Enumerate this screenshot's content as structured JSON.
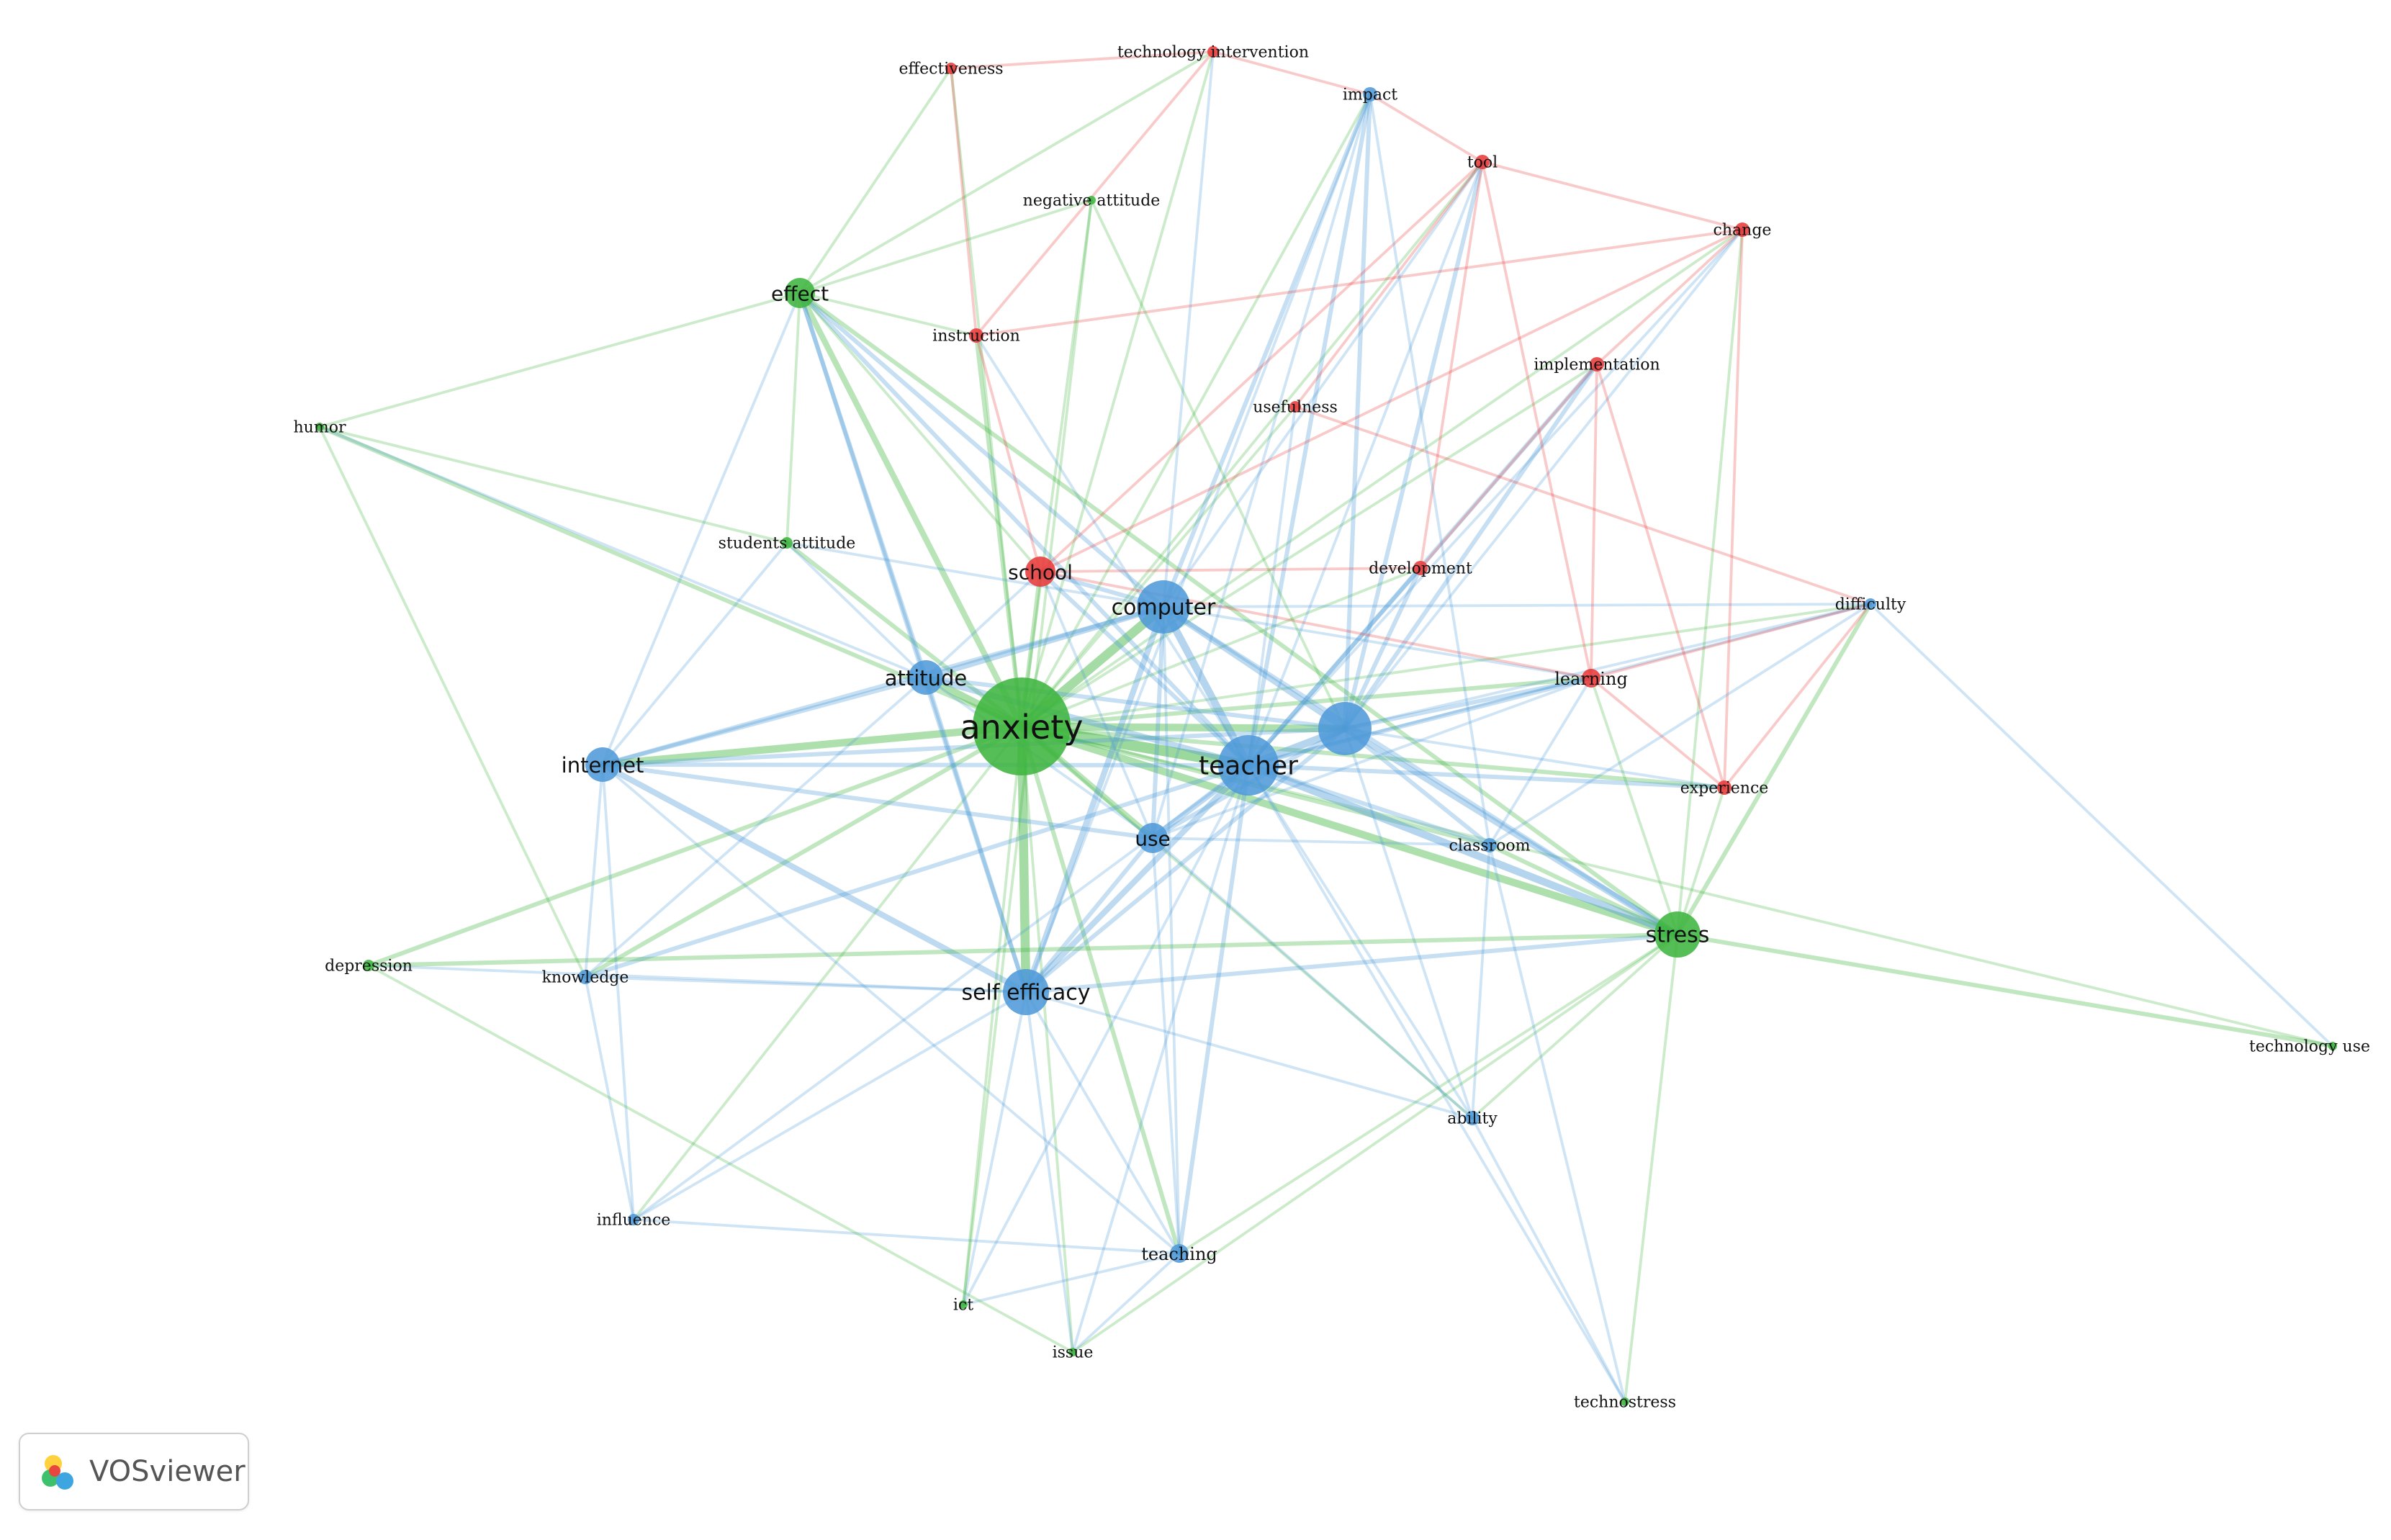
{
  "brand": {
    "name": "VOSviewer",
    "logo_icon": "vosviewer-logo-icon"
  },
  "clusters": {
    "red": "#e83a3a",
    "green": "#3fb53f",
    "blue": "#4f9ad8"
  },
  "nodes": [
    {
      "id": "anxiety",
      "label": "anxiety",
      "cluster": "green",
      "weight": 10
    },
    {
      "id": "teacher",
      "label": "teacher",
      "cluster": "blue",
      "weight": 6
    },
    {
      "id": "computer",
      "label": "computer",
      "cluster": "blue",
      "weight": 5
    },
    {
      "id": "technology",
      "label": "",
      "cluster": "blue",
      "weight": 5
    },
    {
      "id": "self_efficacy",
      "label": "self efficacy",
      "cluster": "blue",
      "weight": 4.5
    },
    {
      "id": "stress",
      "label": "stress",
      "cluster": "green",
      "weight": 4.5
    },
    {
      "id": "attitude",
      "label": "attitude",
      "cluster": "blue",
      "weight": 3.5
    },
    {
      "id": "internet",
      "label": "internet",
      "cluster": "blue",
      "weight": 3.5
    },
    {
      "id": "effect",
      "label": "effect",
      "cluster": "green",
      "weight": 3
    },
    {
      "id": "use",
      "label": "use",
      "cluster": "blue",
      "weight": 3
    },
    {
      "id": "school",
      "label": "school",
      "cluster": "red",
      "weight": 3
    },
    {
      "id": "learning",
      "label": "learning",
      "cluster": "red",
      "weight": 2
    },
    {
      "id": "experience",
      "label": "experience",
      "cluster": "red",
      "weight": 1.8
    },
    {
      "id": "classroom",
      "label": "classroom",
      "cluster": "blue",
      "weight": 1.8
    },
    {
      "id": "development",
      "label": "development",
      "cluster": "red",
      "weight": 1.8
    },
    {
      "id": "instruction",
      "label": "instruction",
      "cluster": "red",
      "weight": 1.8
    },
    {
      "id": "implementation",
      "label": "implementation",
      "cluster": "red",
      "weight": 1.8
    },
    {
      "id": "tool",
      "label": "tool",
      "cluster": "red",
      "weight": 1.8
    },
    {
      "id": "change",
      "label": "change",
      "cluster": "red",
      "weight": 1.8
    },
    {
      "id": "usefulness",
      "label": "usefulness",
      "cluster": "red",
      "weight": 1.5
    },
    {
      "id": "technology_intervention",
      "label": "technology intervention",
      "cluster": "red",
      "weight": 1.5
    },
    {
      "id": "effectiveness",
      "label": "effectiveness",
      "cluster": "red",
      "weight": 1.5
    },
    {
      "id": "impact",
      "label": "impact",
      "cluster": "blue",
      "weight": 1.8
    },
    {
      "id": "negative_attitude",
      "label": "negative attitude",
      "cluster": "green",
      "weight": 1.3
    },
    {
      "id": "humor",
      "label": "humor",
      "cluster": "green",
      "weight": 1.3
    },
    {
      "id": "students_attitude",
      "label": "students attitude",
      "cluster": "green",
      "weight": 1.5
    },
    {
      "id": "difficulty",
      "label": "difficulty",
      "cluster": "blue",
      "weight": 1.5
    },
    {
      "id": "depression",
      "label": "depression",
      "cluster": "green",
      "weight": 1.5
    },
    {
      "id": "knowledge",
      "label": "knowledge",
      "cluster": "blue",
      "weight": 1.8
    },
    {
      "id": "technology_use",
      "label": "technology use",
      "cluster": "green",
      "weight": 1.3
    },
    {
      "id": "ability",
      "label": "ability",
      "cluster": "blue",
      "weight": 1.8
    },
    {
      "id": "influence",
      "label": "influence",
      "cluster": "blue",
      "weight": 1.5
    },
    {
      "id": "teaching",
      "label": "teaching",
      "cluster": "blue",
      "weight": 2
    },
    {
      "id": "ict",
      "label": "ict",
      "cluster": "green",
      "weight": 1.3
    },
    {
      "id": "issue",
      "label": "issue",
      "cluster": "green",
      "weight": 1.3
    },
    {
      "id": "technostress",
      "label": "technostress",
      "cluster": "green",
      "weight": 1.3
    }
  ],
  "links": [
    [
      "anxiety",
      "teacher",
      6
    ],
    [
      "anxiety",
      "computer",
      5
    ],
    [
      "anxiety",
      "technology",
      4
    ],
    [
      "anxiety",
      "self_efficacy",
      5
    ],
    [
      "anxiety",
      "stress",
      4
    ],
    [
      "anxiety",
      "attitude",
      4
    ],
    [
      "anxiety",
      "internet",
      4
    ],
    [
      "anxiety",
      "effect",
      3
    ],
    [
      "anxiety",
      "use",
      3
    ],
    [
      "anxiety",
      "school",
      2
    ],
    [
      "anxiety",
      "learning",
      2
    ],
    [
      "anxiety",
      "experience",
      2
    ],
    [
      "anxiety",
      "classroom",
      2
    ],
    [
      "anxiety",
      "development",
      1
    ],
    [
      "anxiety",
      "instruction",
      2
    ],
    [
      "anxiety",
      "implementation",
      1
    ],
    [
      "anxiety",
      "tool",
      1
    ],
    [
      "anxiety",
      "change",
      1
    ],
    [
      "anxiety",
      "usefulness",
      1
    ],
    [
      "anxiety",
      "technology_intervention",
      1
    ],
    [
      "anxiety",
      "effectiveness",
      1
    ],
    [
      "anxiety",
      "impact",
      1
    ],
    [
      "anxiety",
      "negative_attitude",
      1
    ],
    [
      "anxiety",
      "humor",
      2
    ],
    [
      "anxiety",
      "students_attitude",
      2
    ],
    [
      "anxiety",
      "difficulty",
      1
    ],
    [
      "anxiety",
      "depression",
      2
    ],
    [
      "anxiety",
      "knowledge",
      2
    ],
    [
      "anxiety",
      "ability",
      1
    ],
    [
      "anxiety",
      "influence",
      1
    ],
    [
      "anxiety",
      "teaching",
      2
    ],
    [
      "anxiety",
      "ict",
      1
    ],
    [
      "anxiety",
      "issue",
      1
    ],
    [
      "anxiety",
      "technology_use",
      1
    ],
    [
      "teacher",
      "computer",
      4
    ],
    [
      "teacher",
      "technology",
      4
    ],
    [
      "teacher",
      "self_efficacy",
      3
    ],
    [
      "teacher",
      "stress",
      4
    ],
    [
      "teacher",
      "attitude",
      3
    ],
    [
      "teacher",
      "internet",
      2
    ],
    [
      "teacher",
      "use",
      3
    ],
    [
      "teacher",
      "school",
      2
    ],
    [
      "teacher",
      "learning",
      2
    ],
    [
      "teacher",
      "experience",
      2
    ],
    [
      "teacher",
      "classroom",
      2
    ],
    [
      "teacher",
      "development",
      2
    ],
    [
      "teacher",
      "implementation",
      2
    ],
    [
      "teacher",
      "tool",
      1
    ],
    [
      "teacher",
      "change",
      1
    ],
    [
      "teacher",
      "impact",
      2
    ],
    [
      "teacher",
      "knowledge",
      2
    ],
    [
      "teacher",
      "ability",
      1
    ],
    [
      "teacher",
      "teaching",
      2
    ],
    [
      "teacher",
      "ict",
      1
    ],
    [
      "teacher",
      "issue",
      1
    ],
    [
      "teacher",
      "influence",
      1
    ],
    [
      "teacher",
      "difficulty",
      1
    ],
    [
      "teacher",
      "effect",
      2
    ],
    [
      "teacher",
      "technostress",
      1
    ],
    [
      "teacher",
      "usefulness",
      1
    ],
    [
      "teacher",
      "instruction",
      1
    ],
    [
      "computer",
      "technology",
      3
    ],
    [
      "computer",
      "self_efficacy",
      3
    ],
    [
      "computer",
      "attitude",
      3
    ],
    [
      "computer",
      "internet",
      2
    ],
    [
      "computer",
      "use",
      2
    ],
    [
      "computer",
      "school",
      2
    ],
    [
      "computer",
      "stress",
      2
    ],
    [
      "computer",
      "effect",
      2
    ],
    [
      "computer",
      "learning",
      1
    ],
    [
      "computer",
      "difficulty",
      1
    ],
    [
      "computer",
      "impact",
      2
    ],
    [
      "computer",
      "teaching",
      1
    ],
    [
      "computer",
      "technology_intervention",
      1
    ],
    [
      "computer",
      "students_attitude",
      1
    ],
    [
      "computer",
      "tool",
      1
    ],
    [
      "technology",
      "stress",
      3
    ],
    [
      "technology",
      "self_efficacy",
      2
    ],
    [
      "technology",
      "learning",
      2
    ],
    [
      "technology",
      "use",
      2
    ],
    [
      "technology",
      "impact",
      2
    ],
    [
      "technology",
      "tool",
      2
    ],
    [
      "technology",
      "change",
      1
    ],
    [
      "technology",
      "implementation",
      2
    ],
    [
      "technology",
      "attitude",
      2
    ],
    [
      "technology",
      "classroom",
      2
    ],
    [
      "technology",
      "ability",
      1
    ],
    [
      "technology",
      "internet",
      2
    ],
    [
      "technology",
      "experience",
      1
    ],
    [
      "technology",
      "difficulty",
      1
    ],
    [
      "technology",
      "development",
      2
    ],
    [
      "self_efficacy",
      "internet",
      3
    ],
    [
      "self_efficacy",
      "stress",
      2
    ],
    [
      "self_efficacy",
      "attitude",
      2
    ],
    [
      "self_efficacy",
      "use",
      2
    ],
    [
      "self_efficacy",
      "teaching",
      1
    ],
    [
      "self_efficacy",
      "knowledge",
      1
    ],
    [
      "self_efficacy",
      "effect",
      2
    ],
    [
      "self_efficacy",
      "influence",
      1
    ],
    [
      "self_efficacy",
      "ability",
      1
    ],
    [
      "self_efficacy",
      "depression",
      1
    ],
    [
      "self_efficacy",
      "issue",
      1
    ],
    [
      "self_efficacy",
      "ict",
      1
    ],
    [
      "stress",
      "technology_use",
      2
    ],
    [
      "stress",
      "difficulty",
      2
    ],
    [
      "stress",
      "classroom",
      2
    ],
    [
      "stress",
      "effect",
      2
    ],
    [
      "stress",
      "depression",
      2
    ],
    [
      "stress",
      "technostress",
      1
    ],
    [
      "stress",
      "change",
      1
    ],
    [
      "stress",
      "experience",
      1
    ],
    [
      "stress",
      "ability",
      1
    ],
    [
      "stress",
      "issue",
      1
    ],
    [
      "stress",
      "teaching",
      1
    ],
    [
      "stress",
      "learning",
      1
    ],
    [
      "attitude",
      "internet",
      2
    ],
    [
      "attitude",
      "effect",
      2
    ],
    [
      "attitude",
      "students_attitude",
      1
    ],
    [
      "attitude",
      "use",
      1
    ],
    [
      "attitude",
      "knowledge",
      1
    ],
    [
      "attitude",
      "humor",
      1
    ],
    [
      "attitude",
      "school",
      1
    ],
    [
      "internet",
      "knowledge",
      1
    ],
    [
      "internet",
      "influence",
      1
    ],
    [
      "internet",
      "use",
      2
    ],
    [
      "internet",
      "students_attitude",
      1
    ],
    [
      "internet",
      "teaching",
      1
    ],
    [
      "internet",
      "effect",
      1
    ],
    [
      "effect",
      "students_attitude",
      1
    ],
    [
      "effect",
      "humor",
      1
    ],
    [
      "effect",
      "negative_attitude",
      1
    ],
    [
      "effect",
      "effectiveness",
      1
    ],
    [
      "effect",
      "instruction",
      1
    ],
    [
      "effect",
      "school",
      1
    ],
    [
      "effect",
      "technology_intervention",
      1
    ],
    [
      "use",
      "classroom",
      1
    ],
    [
      "use",
      "teaching",
      1
    ],
    [
      "use",
      "learning",
      1
    ],
    [
      "use",
      "ability",
      1
    ],
    [
      "use",
      "school",
      1
    ],
    [
      "school",
      "learning",
      1
    ],
    [
      "school",
      "development",
      1
    ],
    [
      "school",
      "instruction",
      1
    ],
    [
      "school",
      "tool",
      1
    ],
    [
      "school",
      "change",
      1
    ],
    [
      "learning",
      "experience",
      1
    ],
    [
      "learning",
      "difficulty",
      1
    ],
    [
      "learning",
      "implementation",
      1
    ],
    [
      "learning",
      "tool",
      1
    ],
    [
      "experience",
      "change",
      1
    ],
    [
      "experience",
      "difficulty",
      1
    ],
    [
      "experience",
      "implementation",
      1
    ],
    [
      "development",
      "implementation",
      1
    ],
    [
      "development",
      "tool",
      1
    ],
    [
      "instruction",
      "technology_intervention",
      1
    ],
    [
      "instruction",
      "effectiveness",
      1
    ],
    [
      "instruction",
      "change",
      1
    ],
    [
      "implementation",
      "change",
      1
    ],
    [
      "tool",
      "change",
      1
    ],
    [
      "tool",
      "impact",
      1
    ],
    [
      "technology_intervention",
      "impact",
      1
    ],
    [
      "technology_intervention",
      "effectiveness",
      1
    ],
    [
      "usefulness",
      "difficulty",
      1
    ],
    [
      "usefulness",
      "tool",
      1
    ],
    [
      "difficulty",
      "technology_use",
      1
    ],
    [
      "humor",
      "students_attitude",
      1
    ],
    [
      "humor",
      "knowledge",
      1
    ],
    [
      "knowledge",
      "influence",
      1
    ],
    [
      "classroom",
      "ability",
      1
    ],
    [
      "classroom",
      "technostress",
      1
    ],
    [
      "classroom",
      "learning",
      1
    ],
    [
      "classroom",
      "difficulty",
      1
    ],
    [
      "teaching",
      "ict",
      1
    ],
    [
      "teaching",
      "issue",
      1
    ],
    [
      "teaching",
      "influence",
      1
    ],
    [
      "depression",
      "issue",
      1
    ],
    [
      "negative_attitude",
      "ict",
      1
    ],
    [
      "negative_attitude",
      "technology",
      1
    ],
    [
      "impact",
      "use",
      1
    ],
    [
      "impact",
      "self_efficacy",
      1
    ],
    [
      "impact",
      "classroom",
      1
    ],
    [
      "ability",
      "technostress",
      1
    ]
  ]
}
